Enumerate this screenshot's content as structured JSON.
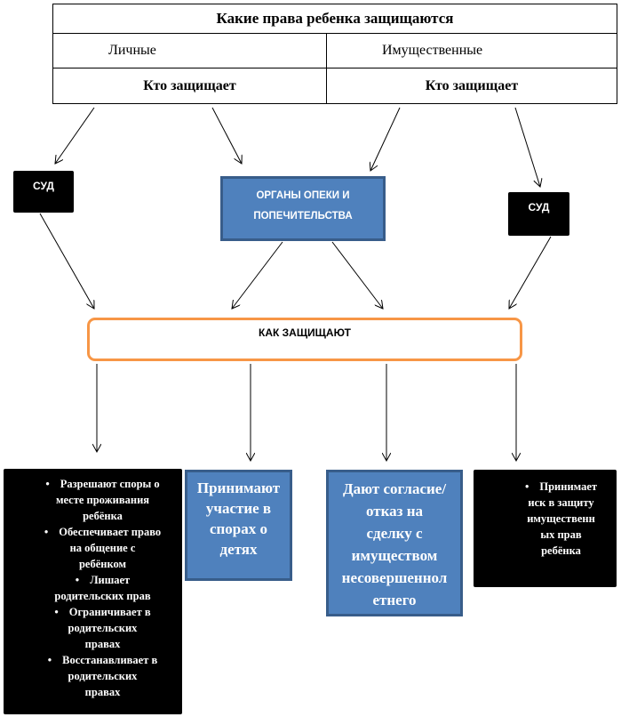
{
  "table": {
    "title": "Какие права ребенка защищаются",
    "columns": [
      {
        "type_label": "Личные",
        "who_label": "Кто защищает"
      },
      {
        "type_label": "Имущественные",
        "who_label": "Кто защищает"
      }
    ]
  },
  "protectors": {
    "court_left": "СУД",
    "guardianship": [
      "ОРГАНЫ ОПЕКИ И",
      "ПОПЕЧИТЕЛЬСТВА"
    ],
    "court_right": "СУД"
  },
  "how_box": {
    "label": "КАК ЗАЩИЩАЮТ"
  },
  "outcomes": {
    "court_personal": {
      "items": [
        [
          "Разрешают споры о",
          "месте проживания",
          "ребёнка"
        ],
        [
          "Обеспечивает право",
          "на общение с",
          "ребёнком"
        ],
        [
          "Лишает",
          "родительских прав"
        ],
        [
          "Ограничивает в",
          "родительских",
          "правах"
        ],
        [
          "Восстанавливает в",
          "родительских",
          "правах"
        ]
      ]
    },
    "guardianship_personal": {
      "lines": [
        "Принимают",
        "участие в",
        "спорах о",
        "детях"
      ]
    },
    "guardianship_property": {
      "lines": [
        "Дают согласие/",
        "отказ на",
        "сделку с",
        "имуществом",
        "несовершеннол",
        "етнего"
      ]
    },
    "court_property": {
      "items": [
        [
          "Принимает",
          "иск в защиту",
          "имущественн",
          "ых прав",
          "ребёнка"
        ]
      ]
    }
  },
  "bullet_glyph": "•",
  "colors": {
    "blue_fill": "#4f81bd",
    "blue_border": "#385d8a",
    "orange_border": "#f79646",
    "black": "#000000"
  }
}
